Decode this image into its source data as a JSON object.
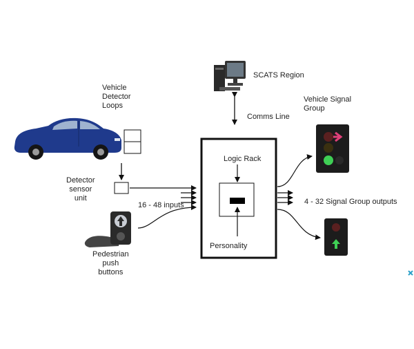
{
  "labels": {
    "scats_region": "SCATS Region",
    "comms_line": "Comms Line",
    "vehicle_detector_loops": "Vehicle\nDetector\nLoops",
    "vehicle_signal_group": "Vehicle Signal\nGroup",
    "detector_sensor_unit": "Detector\nsensor\nunit",
    "inputs": "16 - 48 inputs",
    "logic_rack": "Logic Rack",
    "personality": "Personality",
    "outputs": "4 - 32 Signal Group outputs",
    "pedestrian_push_buttons": "Pedestrian\npush\nbuttons"
  },
  "icons": {
    "computer": "computer-icon",
    "car": "car-icon",
    "detector_loop": "detector-loop-icon",
    "sensor_unit": "sensor-unit-icon",
    "pedestrian_button": "pedestrian-button-icon",
    "vehicle_signal": "vehicle-signal-icon",
    "pedestrian_signal": "pedestrian-signal-icon"
  },
  "colors": {
    "car_body": "#1f3a8c",
    "signal_housing": "#1c1c1c",
    "right_arrow_signal": "#e0407a",
    "green_signal": "#3fcf55",
    "dim_red": "#5a2020",
    "line": "#111111"
  }
}
